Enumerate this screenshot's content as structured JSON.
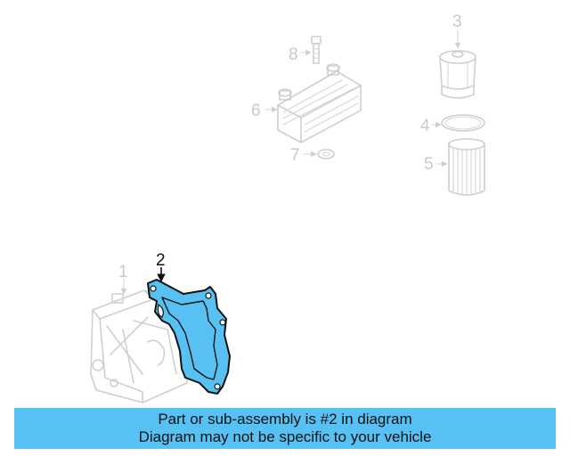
{
  "callouts": [
    {
      "num": "1",
      "highlighted": false
    },
    {
      "num": "2",
      "highlighted": true
    },
    {
      "num": "3",
      "highlighted": false
    },
    {
      "num": "4",
      "highlighted": false
    },
    {
      "num": "5",
      "highlighted": false
    },
    {
      "num": "6",
      "highlighted": false
    },
    {
      "num": "7",
      "highlighted": false
    },
    {
      "num": "8",
      "highlighted": false
    }
  ],
  "colors": {
    "highlight": "#56c1f2",
    "outline": "#111111",
    "ghost": "#cfcfcf"
  },
  "banner": {
    "line1": "Part or sub-assembly is #2 in diagram",
    "line2": "Diagram may not be specific to your vehicle"
  }
}
